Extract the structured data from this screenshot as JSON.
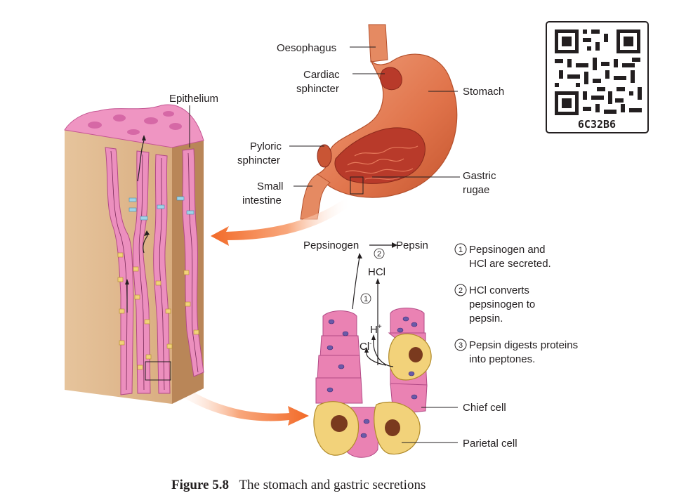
{
  "labels": {
    "epithelium": "Epithelium",
    "oesophagus": "Oesophagus",
    "cardiac_1": "Cardiac",
    "cardiac_2": "sphincter",
    "stomach": "Stomach",
    "pyloric_1": "Pyloric",
    "pyloric_2": "sphincter",
    "small_1": "Small",
    "small_2": "intestine",
    "rugae_1": "Gastric",
    "rugae_2": "rugae",
    "pepsinogen": "Pepsinogen",
    "pepsin": "Pepsin",
    "hcl": "HCl",
    "h": "H",
    "h_sup": "+",
    "cl": "Cl",
    "cl_sup": "-",
    "chief_cell": "Chief cell",
    "parietal_cell": "Parietal cell"
  },
  "step_markers": {
    "arrow_step": "2",
    "hcl_step": "1"
  },
  "steps": [
    {
      "num": "1",
      "line1": "Pepsinogen and",
      "line2": "HCl are secreted.",
      "line3": ""
    },
    {
      "num": "2",
      "line1": "HCl converts",
      "line2": "pepsinogen to",
      "line3": "pepsin."
    },
    {
      "num": "3",
      "line1": "Pepsin digests proteins",
      "line2": "into peptones.",
      "line3": ""
    }
  ],
  "qr": {
    "code": "6C32B6"
  },
  "caption": {
    "label": "Figure 5.8",
    "text": "The stomach and gastric secretions"
  },
  "colors": {
    "stomach": "#e0734a",
    "tissue_pink": "#e37bb0",
    "tissue_tan": "#e8c9a4",
    "arrow_orange": "#f26a28",
    "parietal_yellow": "#f2d27a"
  }
}
